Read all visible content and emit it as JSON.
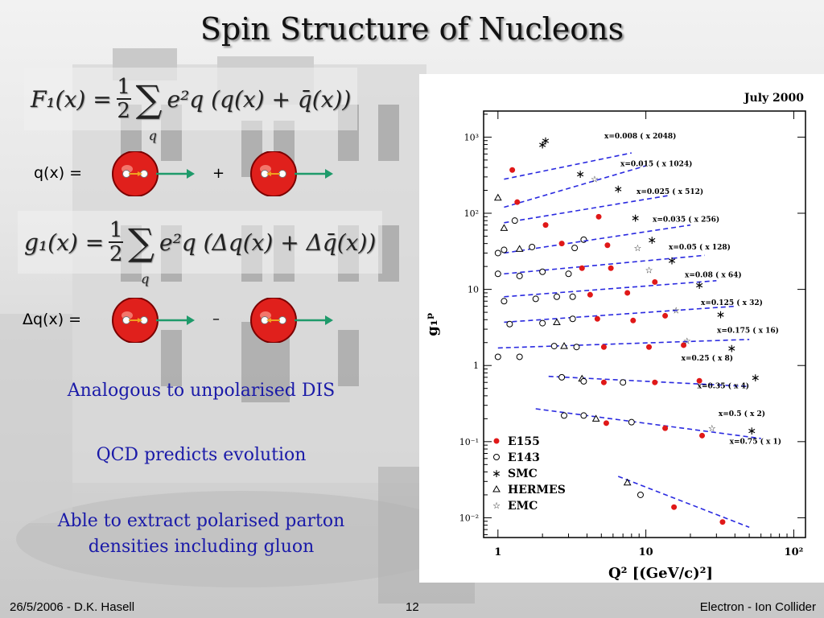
{
  "slide": {
    "title": "Spin Structure of Nucleons",
    "eq_f1": {
      "lhs": "F₁(x) =",
      "num": "1",
      "den": "2",
      "sigma_sub": "q",
      "rhs": "e²q (q(x) + q̄(x))"
    },
    "eq_g1": {
      "lhs": "g₁(x) =",
      "num": "1",
      "den": "2",
      "sigma_sub": "q",
      "rhs": "e²q (Δq(x) + Δq̄(x))"
    },
    "qx_label": "q(x) =",
    "qx_operator": "+",
    "dqx_label": "Δq(x) =",
    "dqx_operator": "–",
    "bullets": [
      "Analogous to unpolarised DIS",
      "QCD predicts evolution",
      "Able to extract polarised parton densities including gluon"
    ],
    "footer_left": "26/5/2006 - D.K. Hasell",
    "footer_center": "12",
    "footer_right": "Electron - Ion Collider"
  },
  "colors": {
    "ball_red": "#e0201c",
    "arrow_green": "#1e9a6a",
    "arrow_orange": "#f0a020",
    "bullet_blue": "#1a1aa8",
    "fit_line": "#2a2ae0",
    "e155_marker": "#e01818"
  },
  "chart_data": {
    "type": "scatter",
    "title": "July 2000",
    "xlabel": "Q² [(GeV/c)²]",
    "ylabel": "g₁ᵖ",
    "xscale": "log",
    "yscale": "log",
    "xlim": [
      0.8,
      120
    ],
    "ylim": [
      0.0055,
      2200
    ],
    "xticks": [
      {
        "v": 1,
        "label": "1"
      },
      {
        "v": 10,
        "label": "10"
      },
      {
        "v": 100,
        "label": "10²"
      }
    ],
    "yticks": [
      {
        "v": 0.01,
        "label": "10⁻²"
      },
      {
        "v": 0.1,
        "label": "10⁻¹"
      },
      {
        "v": 1,
        "label": "1"
      },
      {
        "v": 10,
        "label": "10"
      },
      {
        "v": 100,
        "label": "10²"
      },
      {
        "v": 1000,
        "label": "10³"
      }
    ],
    "legend": {
      "placement": "bottom-left",
      "entries": [
        {
          "name": "E155",
          "marker": "filled-circle"
        },
        {
          "name": "E143",
          "marker": "open-circle"
        },
        {
          "name": "SMC",
          "marker": "asterisk"
        },
        {
          "name": "HERMES",
          "marker": "triangle"
        },
        {
          "name": "EMC",
          "marker": "star"
        }
      ]
    },
    "bins": [
      {
        "label": "x=0.008 ( x 2048)",
        "fit": [
          [
            1.1,
            280
          ],
          [
            8,
            620
          ]
        ],
        "points": [
          {
            "s": "E155",
            "x": 1.25,
            "y": 370
          },
          {
            "s": "SMC",
            "x": 2.0,
            "y": 800
          },
          {
            "s": "SMC",
            "x": 2.1,
            "y": 900
          }
        ]
      },
      {
        "label": "x=0.015 ( x 1024)",
        "fit": [
          [
            1.1,
            120
          ],
          [
            10,
            420
          ]
        ],
        "points": [
          {
            "s": "HERMES",
            "x": 1.0,
            "y": 160
          },
          {
            "s": "E155",
            "x": 1.35,
            "y": 140
          },
          {
            "s": "SMC",
            "x": 3.6,
            "y": 330
          },
          {
            "s": "EMC",
            "x": 4.5,
            "y": 280
          },
          {
            "s": "SMC",
            "x": 6.5,
            "y": 210
          }
        ]
      },
      {
        "label": "x=0.025 ( x 512)",
        "fit": [
          [
            1.1,
            75
          ],
          [
            14,
            170
          ]
        ],
        "points": [
          {
            "s": "E143",
            "x": 1.0,
            "y": 30
          },
          {
            "s": "HERMES",
            "x": 1.1,
            "y": 64
          },
          {
            "s": "E143",
            "x": 1.3,
            "y": 80
          },
          {
            "s": "E155",
            "x": 2.1,
            "y": 70
          },
          {
            "s": "E155",
            "x": 4.8,
            "y": 90
          },
          {
            "s": "SMC",
            "x": 8.5,
            "y": 88
          },
          {
            "s": "E143",
            "x": 3.8,
            "y": 45
          }
        ]
      },
      {
        "label": "x=0.035 ( x 256)",
        "fit": [
          [
            1.1,
            30
          ],
          [
            20,
            70
          ]
        ],
        "points": [
          {
            "s": "E143",
            "x": 1.1,
            "y": 33
          },
          {
            "s": "HERMES",
            "x": 1.4,
            "y": 34
          },
          {
            "s": "E143",
            "x": 1.7,
            "y": 36
          },
          {
            "s": "E155",
            "x": 2.7,
            "y": 40
          },
          {
            "s": "E143",
            "x": 3.3,
            "y": 35
          },
          {
            "s": "E155",
            "x": 5.5,
            "y": 38
          },
          {
            "s": "EMC",
            "x": 8.8,
            "y": 35
          },
          {
            "s": "SMC",
            "x": 11,
            "y": 45
          }
        ]
      },
      {
        "label": "x=0.05 ( x 128)",
        "fit": [
          [
            1.1,
            16
          ],
          [
            25,
            28
          ]
        ],
        "points": [
          {
            "s": "E143",
            "x": 1.0,
            "y": 16
          },
          {
            "s": "E143",
            "x": 1.4,
            "y": 15
          },
          {
            "s": "E143",
            "x": 2.0,
            "y": 17
          },
          {
            "s": "E143",
            "x": 3.0,
            "y": 16
          },
          {
            "s": "E155",
            "x": 3.7,
            "y": 19
          },
          {
            "s": "E155",
            "x": 5.8,
            "y": 19
          },
          {
            "s": "EMC",
            "x": 10.5,
            "y": 18
          },
          {
            "s": "SMC",
            "x": 15,
            "y": 24
          }
        ]
      },
      {
        "label": "x=0.08 ( x 64)",
        "fit": [
          [
            1.1,
            8
          ],
          [
            30,
            13
          ]
        ],
        "points": [
          {
            "s": "E143",
            "x": 1.1,
            "y": 7
          },
          {
            "s": "E143",
            "x": 1.8,
            "y": 7.5
          },
          {
            "s": "E143",
            "x": 2.5,
            "y": 8
          },
          {
            "s": "E143",
            "x": 3.2,
            "y": 8
          },
          {
            "s": "E155",
            "x": 4.2,
            "y": 8.5
          },
          {
            "s": "E155",
            "x": 7.5,
            "y": 9
          },
          {
            "s": "E155",
            "x": 11.5,
            "y": 12.5
          },
          {
            "s": "SMC",
            "x": 23,
            "y": 11.5
          }
        ]
      },
      {
        "label": "x=0.125 ( x 32)",
        "fit": [
          [
            1.1,
            3.7
          ],
          [
            40,
            6
          ]
        ],
        "points": [
          {
            "s": "E143",
            "x": 1.2,
            "y": 3.5
          },
          {
            "s": "E143",
            "x": 2.0,
            "y": 3.6
          },
          {
            "s": "HERMES",
            "x": 2.5,
            "y": 3.7
          },
          {
            "s": "E143",
            "x": 3.2,
            "y": 4.1
          },
          {
            "s": "E155",
            "x": 4.7,
            "y": 4.1
          },
          {
            "s": "E155",
            "x": 8.2,
            "y": 3.9
          },
          {
            "s": "E155",
            "x": 13.5,
            "y": 4.5
          },
          {
            "s": "EMC",
            "x": 16,
            "y": 5.3
          },
          {
            "s": "SMC",
            "x": 32,
            "y": 4.7
          }
        ]
      },
      {
        "label": "x=0.175 ( x 16)",
        "fit": [
          [
            1.0,
            1.7
          ],
          [
            50,
            2.2
          ]
        ],
        "points": [
          {
            "s": "E143",
            "x": 1.0,
            "y": 1.3
          },
          {
            "s": "E143",
            "x": 1.4,
            "y": 1.3
          },
          {
            "s": "E143",
            "x": 2.4,
            "y": 1.8
          },
          {
            "s": "HERMES",
            "x": 2.8,
            "y": 1.8
          },
          {
            "s": "E143",
            "x": 3.4,
            "y": 1.75
          },
          {
            "s": "E155",
            "x": 5.2,
            "y": 1.75
          },
          {
            "s": "E155",
            "x": 10.5,
            "y": 1.75
          },
          {
            "s": "E155",
            "x": 18,
            "y": 1.85
          },
          {
            "s": "EMC",
            "x": 19,
            "y": 2.1
          },
          {
            "s": "SMC",
            "x": 38,
            "y": 1.7
          }
        ]
      },
      {
        "label": "x=0.25 ( x 8)",
        "fit": [
          [
            2.2,
            0.72
          ],
          [
            50,
            0.53
          ]
        ],
        "points": [
          {
            "s": "E143",
            "x": 2.7,
            "y": 0.7
          },
          {
            "s": "HERMES",
            "x": 3.7,
            "y": 0.67
          },
          {
            "s": "E143",
            "x": 3.8,
            "y": 0.62
          },
          {
            "s": "E155",
            "x": 5.2,
            "y": 0.6
          },
          {
            "s": "E143",
            "x": 7.0,
            "y": 0.6
          },
          {
            "s": "E155",
            "x": 11.5,
            "y": 0.6
          },
          {
            "s": "E155",
            "x": 23,
            "y": 0.63
          },
          {
            "s": "SMC",
            "x": 55,
            "y": 0.7
          }
        ]
      },
      {
        "label": "x=0.35 ( x 4)",
        "fit": [
          [
            1.8,
            0.27
          ],
          [
            60,
            0.11
          ]
        ],
        "points": [
          {
            "s": "E143",
            "x": 2.8,
            "y": 0.22
          },
          {
            "s": "E143",
            "x": 3.8,
            "y": 0.22
          },
          {
            "s": "HERMES",
            "x": 4.6,
            "y": 0.2
          },
          {
            "s": "E155",
            "x": 5.4,
            "y": 0.175
          },
          {
            "s": "E143",
            "x": 8.0,
            "y": 0.18
          },
          {
            "s": "E155",
            "x": 13.5,
            "y": 0.15
          },
          {
            "s": "E155",
            "x": 24,
            "y": 0.12
          },
          {
            "s": "EMC",
            "x": 28,
            "y": 0.15
          },
          {
            "s": "SMC",
            "x": 52,
            "y": 0.14
          }
        ]
      },
      {
        "label": "x=0.5 ( x 2)",
        "fit": [
          [
            6.5,
            0.035
          ],
          [
            50,
            0.0075
          ]
        ],
        "points": [
          {
            "s": "HERMES",
            "x": 7.5,
            "y": 0.029
          },
          {
            "s": "E143",
            "x": 9.2,
            "y": 0.02
          },
          {
            "s": "E155",
            "x": 15.5,
            "y": 0.0138
          },
          {
            "s": "E155",
            "x": 33,
            "y": 0.0088
          }
        ]
      },
      {
        "label": "x=0.75 ( x 1)",
        "fit": [],
        "points": []
      }
    ]
  }
}
